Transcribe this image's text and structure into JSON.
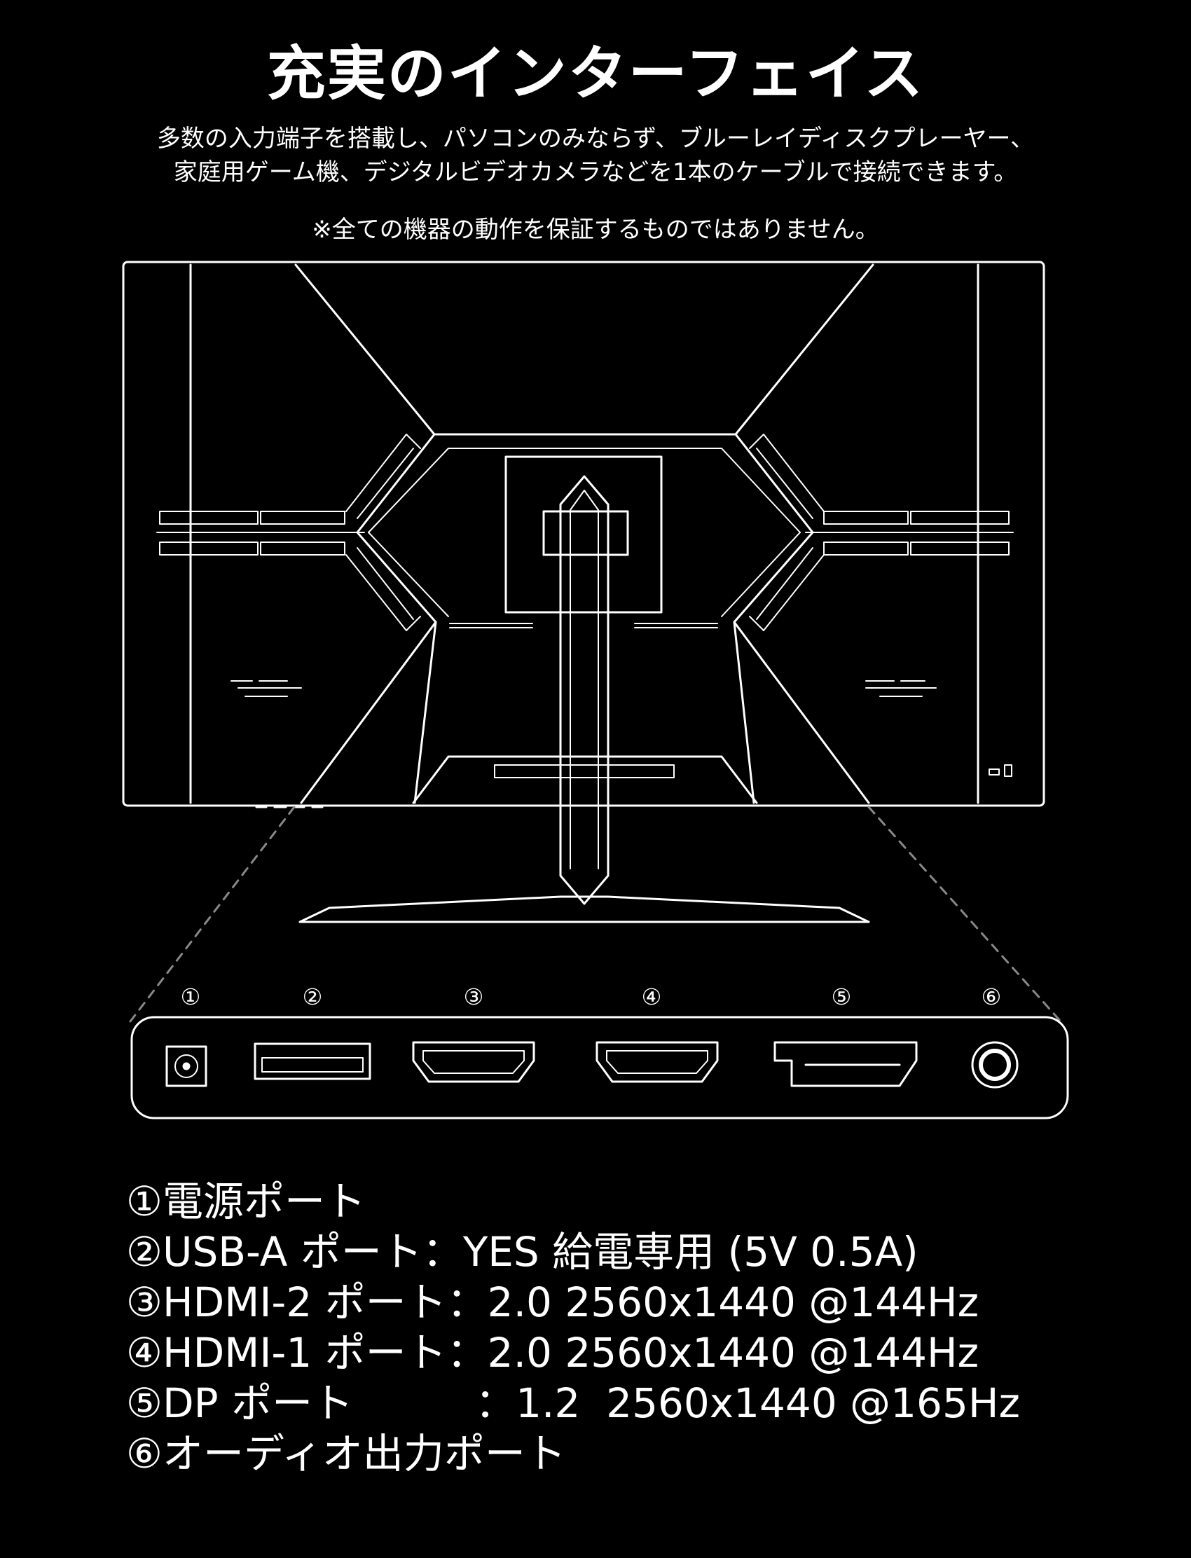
{
  "title": "充実のインターフェイス",
  "description": [
    "多数の入力端子を搭載し、パソコンのみならず、ブルーレイディスクプレーヤー、",
    "家庭用ゲーム機、デジタルビデオカメラなどを1本のケーブルで接続できます。"
  ],
  "note": "※全ての機器の動作を保証するものではありません。",
  "port_numbers": [
    "①",
    "②",
    "③",
    "④",
    "⑤",
    "⑥"
  ],
  "specs": [
    "①電源ポート",
    "②USB-A ポート：YES 給電専用 (5V 0.5A)",
    "③HDMI-2 ポート：2.0 2560x1440 @144Hz",
    "④HDMI-1 ポート：2.0 2560x1440 @144Hz",
    "⑤DP ポート　　　：1.2  2560x1440 @165Hz",
    "⑥オーディオ出力ポート"
  ],
  "colors": {
    "background": "#000000",
    "foreground": "#ffffff",
    "dash": "#888888"
  },
  "icons": [
    "power-jack-icon",
    "usb-a-port-icon",
    "hdmi-port-icon",
    "hdmi-port-icon",
    "displayport-icon",
    "audio-jack-icon"
  ]
}
